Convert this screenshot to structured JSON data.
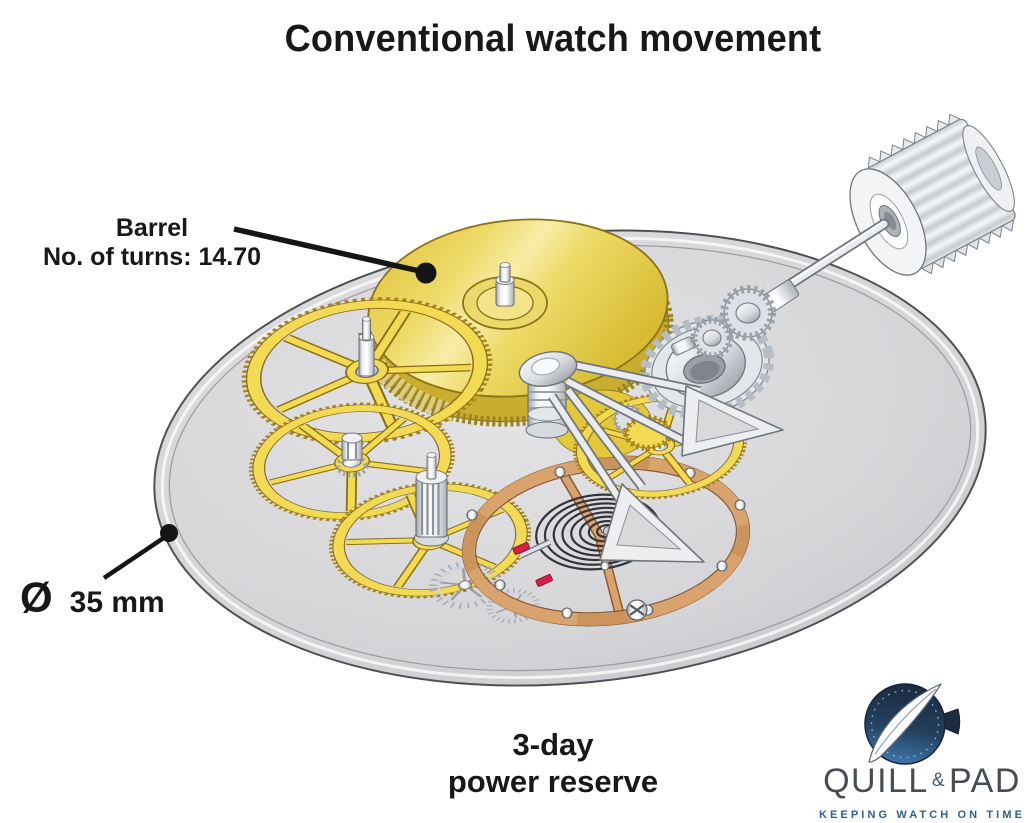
{
  "title": "Conventional watch movement",
  "labels": {
    "barrel": {
      "name": "Barrel",
      "detail": "No. of turns: 14.70"
    },
    "diameter": {
      "symbol": "Ø",
      "value": "35 mm"
    },
    "power_reserve": {
      "line1": "3-day",
      "line2": "power reserve"
    }
  },
  "logo": {
    "word1": "QUILL",
    "ampersand": "&",
    "word2": "PAD",
    "tagline": "KEEPING WATCH ON TIME"
  },
  "colors": {
    "background": "#ffffff",
    "ink": "#17181a",
    "plate_gray": "#d9d9dc",
    "gear_gold": "#f2db52",
    "gear_gold_dark": "#a8851c",
    "barrel_gold": "#eeda68",
    "steel_light": "#eceef0",
    "steel_dark": "#70757c",
    "balance_copper": "#d9a36e",
    "jewel_red": "#d2204a",
    "logo_navy": "#1d2c40",
    "logo_blue": "#3f79b0",
    "logo_text_gray": "#474d55",
    "tagline_blue": "#2f6191"
  }
}
